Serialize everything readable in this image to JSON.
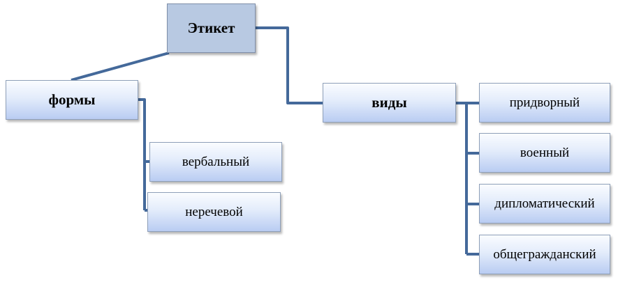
{
  "root": {
    "label": "Этикет"
  },
  "branches": {
    "forms": {
      "label": "формы",
      "children": [
        "вербальный",
        "неречевой"
      ]
    },
    "types": {
      "label": "виды",
      "children": [
        "придворный",
        "военный",
        "дипломатический",
        "общегражданский"
      ]
    }
  },
  "colors": {
    "connector": "#44699a",
    "root_fill": "#b8c9e2",
    "node_gradient_bottom": "#b9ccf2"
  }
}
